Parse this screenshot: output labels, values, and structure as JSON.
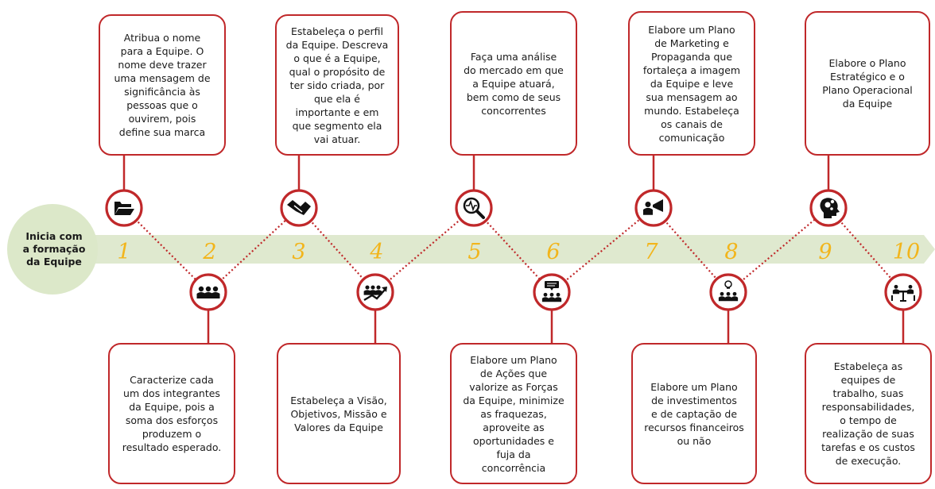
{
  "start_label": "Inicia com\na formação\nda Equipe",
  "colors": {
    "accent": "#c0282a",
    "timeline": "#dfe9cf",
    "start_circle": "#dce8c9",
    "number": "#f2b51c"
  },
  "steps": [
    {
      "number": "1",
      "icon": "folder-icon",
      "text": "Atribua o nome\npara a Equipe. O\nnome deve trazer\numa mensagem de\nsignificância às\npessoas que o\nouvirem, pois\ndefine sua marca"
    },
    {
      "number": "2",
      "icon": "team-members-icon",
      "text": "Caracterize cada\num dos integrantes\nda Equipe, pois a\nsoma dos esforços\nproduzem o\nresultado esperado."
    },
    {
      "number": "3",
      "icon": "handshake-icon",
      "text": "Estabeleça o perfil\nda Equipe. Descreva\no que é a Equipe,\nqual o propósito de\nter sido criada, por\nque ela é\nimportante e em\nque segmento ela\nvai atuar."
    },
    {
      "number": "4",
      "icon": "team-growth-icon",
      "text": "Estabeleça a Visão,\nObjetivos, Missão e\nValores da Equipe"
    },
    {
      "number": "5",
      "icon": "market-analysis-icon",
      "text": "Faça uma análise\ndo mercado em que\na Equipe atuará,\nbem como de seus\nconcorrentes"
    },
    {
      "number": "6",
      "icon": "group-discussion-icon",
      "text": "Elabore um Plano\nde Ações que\nvalorize as Forças\nda Equipe, minimize\nas fraquezas,\naproveite as\noportunidades e\nfuja da\nconcorrência"
    },
    {
      "number": "7",
      "icon": "megaphone-icon",
      "text": "Elabore um Plano\nde Marketing e\nPropaganda que\nfortaleça a imagem\nda Equipe e leve\nsua mensagem ao\nmundo. Estabeleça\nos canais de\ncomunicação"
    },
    {
      "number": "8",
      "icon": "idea-team-icon",
      "text": "Elabore um Plano\nde investimentos\ne de captação de\nrecursos financeiros\nou não"
    },
    {
      "number": "9",
      "icon": "strategy-head-icon",
      "text": "Elabore o Plano\nEstratégico e o\nPlano Operacional\nda Equipe"
    },
    {
      "number": "10",
      "icon": "meeting-table-icon",
      "text": "Estabeleça as\nequipes de\ntrabalho, suas\nresponsabilidades,\no tempo de\nrealização de suas\ntarefas e os custos\nde execução."
    }
  ]
}
